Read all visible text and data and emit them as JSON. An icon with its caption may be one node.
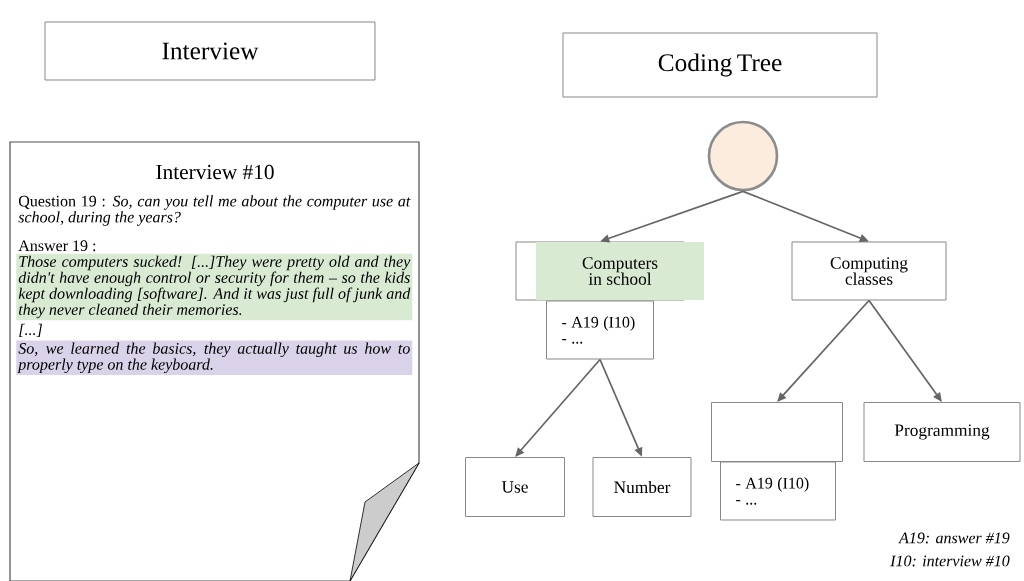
{
  "diagram": {
    "nodes": [
      {
        "text": [
          "Interview"
        ]
      },
      {
        "text": [
          "Coding Tree"
        ]
      },
      {
        "text": [
          "Interview #10",
          "Question 19 : *So, can you tell me about the computer use at school, during the years?*",
          "Answer 19 :",
          "Those computers sucked! [...]They were pretty old and they didn't have enough control or security for them – so the kids kept downloading [software]. And it was just full of junk and they never cleaned their memories.",
          "[...]",
          "So, we learned the basics, they actually taught us how to properly type on the keyboard."
        ]
      },
      {
        "text": [],
        "shape": "circle"
      },
      {
        "text": [
          "Computers in school"
        ]
      },
      {
        "text": [
          "- A19 (I10)",
          "- ..."
        ]
      },
      {
        "text": [
          "Computing classes"
        ]
      },
      {
        "text": [],
        "shape": "box"
      },
      {
        "text": [
          "Programming"
        ]
      },
      {
        "text": [
          "- A19 (I10)",
          "- ..."
        ]
      },
      {
        "text": [
          "Use"
        ]
      },
      {
        "text": [
          "Number"
        ]
      }
    ],
    "edges": [
      {
        "from": 3,
        "to": 4,
        "arrow": "to"
      },
      {
        "from": 3,
        "to": 6,
        "arrow": "to"
      },
      {
        "from": 5,
        "to": 10,
        "arrow": "to"
      },
      {
        "from": 5,
        "to": 11,
        "arrow": "to"
      },
      {
        "from": 6,
        "to": 7,
        "arrow": "to"
      },
      {
        "from": 6,
        "to": 8,
        "arrow": "to"
      }
    ],
    "labels": [
      "A19: answer #19",
      "I10: interview #10"
    ]
  }
}
